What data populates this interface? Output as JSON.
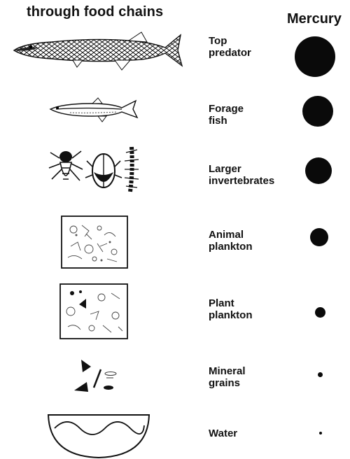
{
  "title": "through food chains",
  "column_header": "Mercury",
  "levels": [
    {
      "line1": "Top",
      "line2": "predator",
      "icon": "pike-icon",
      "mercury_dot": "largest"
    },
    {
      "line1": "Forage",
      "line2": "fish",
      "icon": "minnow-icon",
      "mercury_dot": "large"
    },
    {
      "line1": "Larger",
      "line2": "invertebrates",
      "icon": "invertebrates-icon",
      "mercury_dot": "large"
    },
    {
      "line1": "Animal",
      "line2": "plankton",
      "icon": "animal-plankton-icon",
      "mercury_dot": "medium"
    },
    {
      "line1": "Plant",
      "line2": "plankton",
      "icon": "plant-plankton-icon",
      "mercury_dot": "small"
    },
    {
      "line1": "Mineral",
      "line2": "grains",
      "icon": "mineral-grains-icon",
      "mercury_dot": "tiny"
    },
    {
      "line1": "Water",
      "line2": "",
      "icon": "water-bowl-icon",
      "mercury_dot": "smallest"
    }
  ],
  "colors": {
    "ink": "#0a0a0a",
    "background": "#ffffff"
  }
}
